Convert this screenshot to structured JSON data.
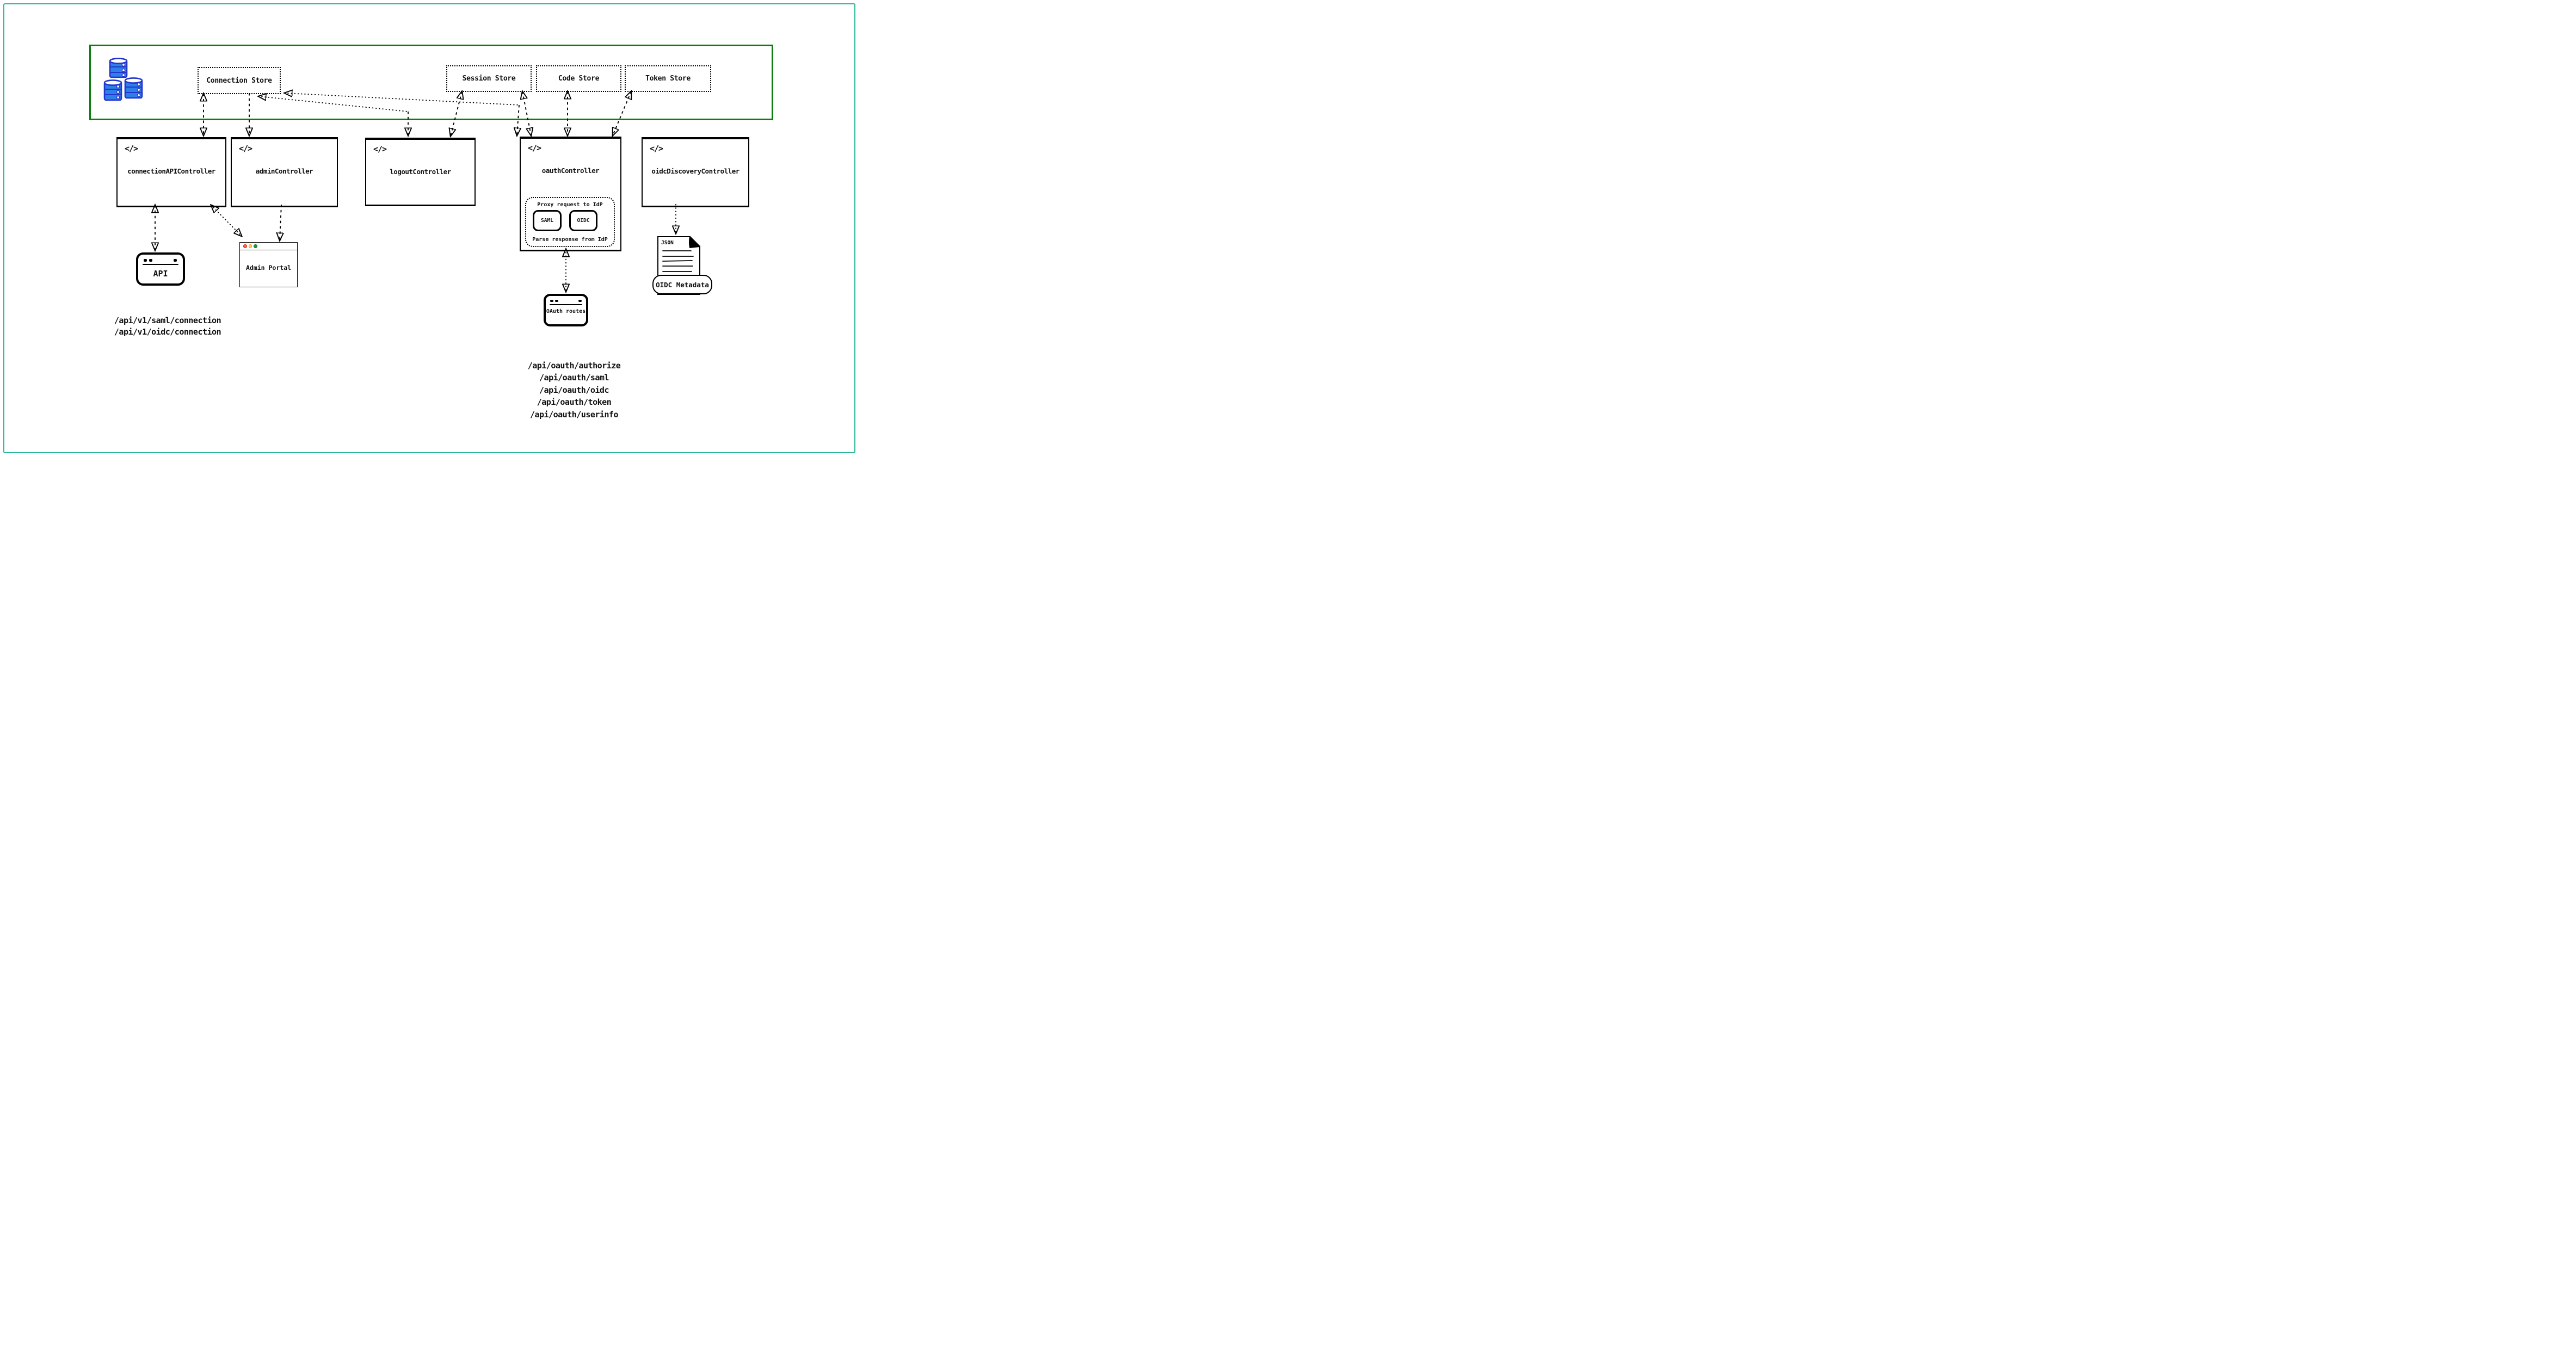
{
  "colors": {
    "frame_teal": "#2bb79c",
    "data_layer_green": "#0d7d0d",
    "database_blue": "#2e7fe8",
    "database_blue_dark": "#2236cd",
    "traffic_red": "#fa615a",
    "traffic_yellow": "#fbd153",
    "traffic_green": "#1f9a35"
  },
  "icons": {
    "code_glyph": "</>"
  },
  "data_layer": {
    "stores": [
      {
        "id": "connection-store",
        "label": "Connection Store"
      },
      {
        "id": "session-store",
        "label": "Session Store"
      },
      {
        "id": "code-store",
        "label": "Code Store"
      },
      {
        "id": "token-store",
        "label": "Token Store"
      }
    ]
  },
  "controllers": [
    {
      "id": "connection-api-controller",
      "label": "connectionAPIController"
    },
    {
      "id": "admin-controller",
      "label": "adminController"
    },
    {
      "id": "logout-controller",
      "label": "logoutController"
    },
    {
      "id": "oauth-controller",
      "label": "oauthController"
    },
    {
      "id": "oidc-discovery-controller",
      "label": "oidcDiscoveryController"
    }
  ],
  "oauth_internals": {
    "title": "Proxy request to IdP",
    "protocols": [
      "SAML",
      "OIDC"
    ],
    "footer": "Parse response from IdP"
  },
  "clients": {
    "api_window": {
      "label": "API"
    },
    "admin_portal": {
      "label": "Admin Portal"
    },
    "oauth_routes": {
      "label": "OAuth routes"
    },
    "oidc_metadata": {
      "doc_badge": "JSON",
      "label": "OIDC Metadata"
    }
  },
  "endpoints": {
    "connection_api": [
      "/api/v1/saml/connection",
      "/api/v1/oidc/connection"
    ],
    "oauth": [
      "/api/oauth/authorize",
      "/api/oauth/saml",
      "/api/oauth/oidc",
      "/api/oauth/token",
      "/api/oauth/userinfo"
    ]
  },
  "edges": [
    {
      "from": "Connection Store",
      "to": "connectionAPIController",
      "direction": "both"
    },
    {
      "from": "Connection Store",
      "to": "adminController",
      "direction": "to"
    },
    {
      "from": "Connection Store",
      "to": "oauthController",
      "direction": "both"
    },
    {
      "from": "Connection Store",
      "to": "logoutController",
      "direction": "both"
    },
    {
      "from": "Session Store",
      "to": "logoutController",
      "direction": "both"
    },
    {
      "from": "Session Store",
      "to": "oauthController",
      "direction": "both"
    },
    {
      "from": "Code Store",
      "to": "oauthController",
      "direction": "both"
    },
    {
      "from": "Token Store",
      "to": "oauthController",
      "direction": "both"
    },
    {
      "from": "connectionAPIController",
      "to": "API",
      "direction": "both"
    },
    {
      "from": "connectionAPIController",
      "to": "Admin Portal",
      "direction": "both"
    },
    {
      "from": "adminController",
      "to": "Admin Portal",
      "direction": "to"
    },
    {
      "from": "oauthController",
      "to": "OAuth routes",
      "direction": "both"
    },
    {
      "from": "oidcDiscoveryController",
      "to": "OIDC Metadata",
      "direction": "to"
    }
  ]
}
